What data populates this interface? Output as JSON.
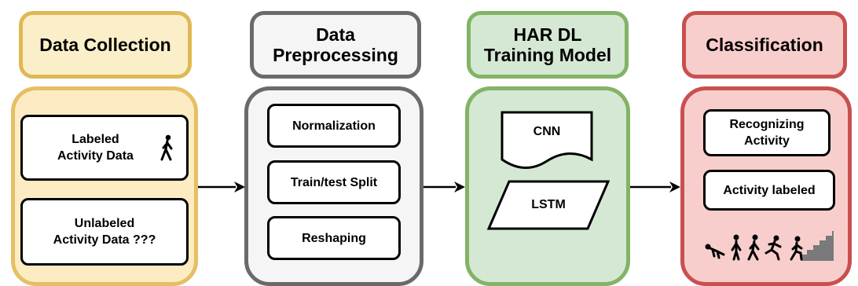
{
  "headers": {
    "collection": "Data Collection",
    "preprocessing": "Data\nPreprocessing",
    "training": "HAR DL\nTraining Model",
    "classification": "Classification"
  },
  "collection": {
    "labeled": "Labeled\nActivity Data",
    "unlabeled": "Unlabeled\nActivity Data  ???"
  },
  "preprocessing": {
    "steps": [
      "Normalization",
      "Train/test Split",
      "Reshaping"
    ]
  },
  "training": {
    "cnn": "CNN",
    "lstm": "LSTM"
  },
  "classification": {
    "recognizing": "Recognizing\nActivity",
    "labeled": "Activity labeled"
  },
  "colors": {
    "yellow_border": "#e0b853",
    "gray_border": "#6a6a6a",
    "green_border": "#82b366",
    "red_border": "#c85050"
  }
}
